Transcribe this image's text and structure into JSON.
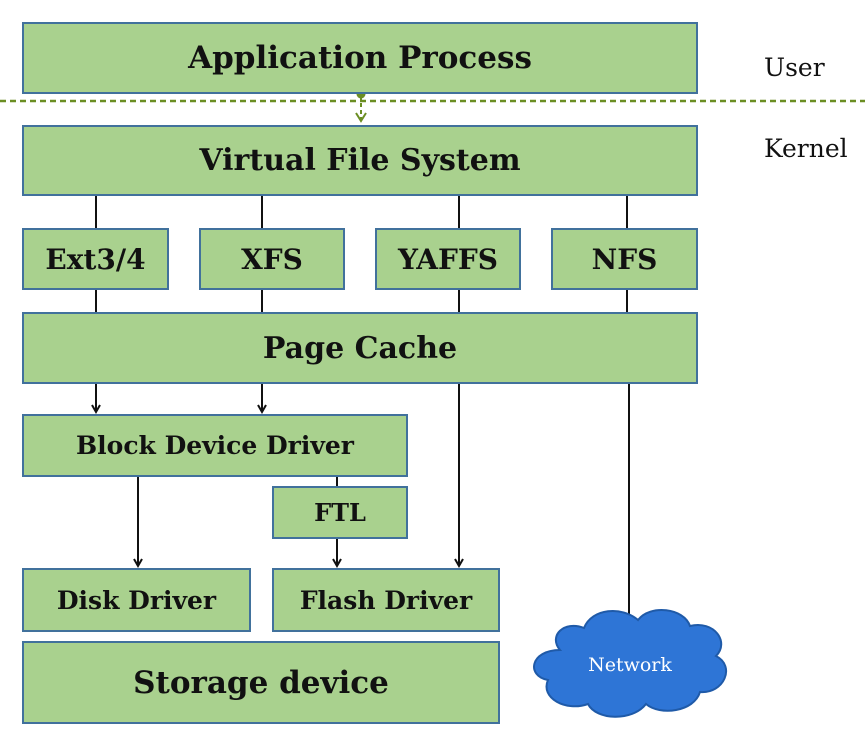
{
  "diagram": {
    "labels": {
      "user": "User",
      "kernel": "Kernel"
    },
    "boxes": {
      "app": "Application Process",
      "vfs": "Virtual File System",
      "ext": "Ext3/4",
      "xfs": "XFS",
      "yaffs": "YAFFS",
      "nfs": "NFS",
      "cache": "Page Cache",
      "block": "Block Device Driver",
      "ftl": "FTL",
      "disk": "Disk Driver",
      "flash": "Flash Driver",
      "storage": "Storage device"
    },
    "network": "Network",
    "colors": {
      "box_fill": "#a9d18e",
      "box_border": "#41719c",
      "cloud_fill": "#2e75d6",
      "boundary": "#6b8e23",
      "line": "#111111"
    }
  }
}
